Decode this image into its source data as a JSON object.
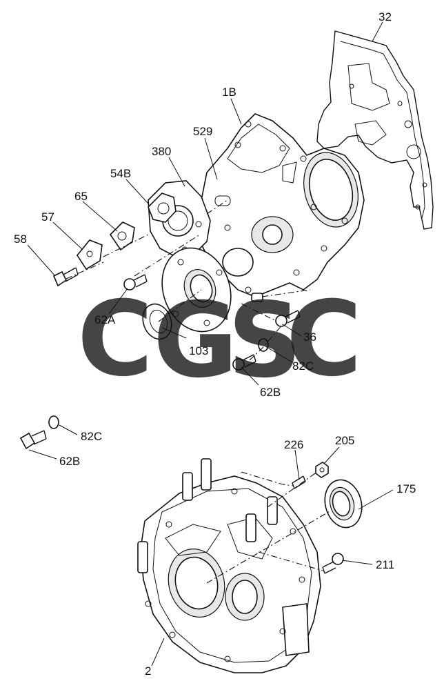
{
  "labels": {
    "l32": "32",
    "l1B": "1B",
    "l529": "529",
    "l380": "380",
    "l54B": "54B",
    "l65": "65",
    "l57": "57",
    "l58": "58",
    "l62A": "62A",
    "l103": "103",
    "l36": "36",
    "l82C_top": "82C",
    "l62B_top": "62B",
    "l82C_left": "82C",
    "l62B_left": "62B",
    "l226": "226",
    "l205": "205",
    "l175": "175",
    "l211": "211",
    "l2": "2"
  },
  "watermark": {
    "letters": [
      "C",
      "G",
      "S",
      "C"
    ],
    "colors": [
      "#4285F4",
      "#EA4335",
      "#FBBC05",
      "#34A853"
    ]
  }
}
